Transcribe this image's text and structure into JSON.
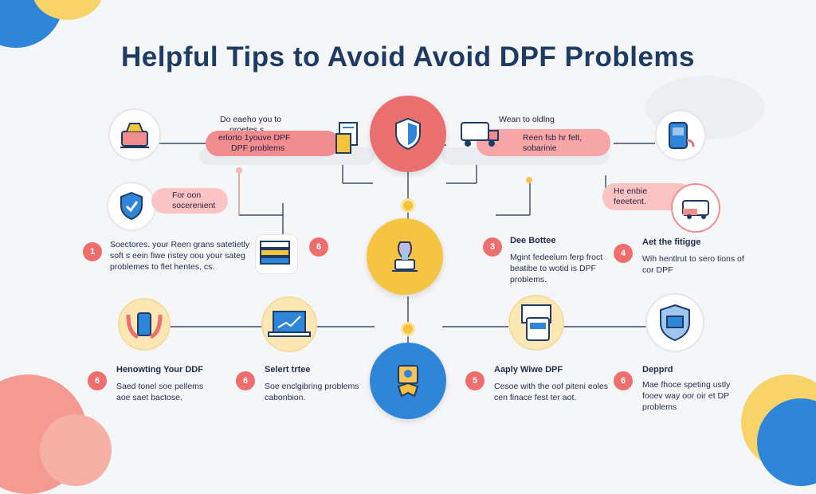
{
  "title": "Helpful Tips to Avoid Avoid DPF Problems",
  "colors": {
    "title": "#1e3b63",
    "coral": "#ee6d6d",
    "pink": "#f28d8f",
    "yellow": "#f6c33c",
    "blue": "#2f86d8",
    "navy": "#1f2d4d"
  },
  "pills": {
    "top_left": [
      "Do eaeho you to",
      "nroetes s",
      "erlorto 1youve DPF",
      "DPF problems"
    ],
    "top_right": [
      "Wean to oldlng",
      "Reen fsb hr felt,",
      "sobarinie"
    ],
    "mid_left": [
      "For oon",
      "socerenient"
    ],
    "mid_right": [
      "He enbie",
      "feeetent."
    ]
  },
  "steps": {
    "s1": {
      "num": "1",
      "text": [
        "Soectores. your Reen grans satetietly",
        "soft s eein fiwe ristey oou your sateg",
        "problemes to flet hentes, cs."
      ]
    },
    "s6a": {
      "num": "6"
    },
    "s3": {
      "num": "3",
      "heading": "Dee Bottee",
      "text": [
        "Mgint fedeelum ferp froct",
        "beatibe to wotid is DPF",
        "problems."
      ]
    },
    "s4": {
      "num": "4",
      "heading": "Aet the fitigge",
      "text": [
        "Wih hentlrut to sero tions of",
        "cor DPF"
      ]
    },
    "s6b": {
      "num": "6",
      "heading": "Henowting Your DDF",
      "text": [
        "Saed tonel soe pellems",
        "aoe saet bactose."
      ]
    },
    "s6c": {
      "num": "6",
      "heading": "Selert trtee",
      "text": [
        "Soe enclgibring problems",
        "cabonbion."
      ]
    },
    "s5": {
      "num": "5",
      "heading": "Aaply Wiwe DPF",
      "text": [
        "Cesoe with the oof piteni eoles",
        "cen finace fest ter aot."
      ]
    },
    "s8": {
      "num": "6",
      "heading": "Depprd",
      "text": [
        "Mae fhoce speting ustly",
        "fooev way oor oir et DP",
        "problems"
      ]
    }
  },
  "icons": {
    "shield_top": "shield-icon",
    "shield_left": "shield-icon",
    "hub_device": "dpf-device-icon",
    "bottom_badge": "badge-shield-icon",
    "toolbox": "toolbox-icon",
    "car": "car-icon",
    "phone": "phone-icon",
    "laptop": "laptop-icon",
    "tablet": "tablet-icon",
    "engine": "engine-icon",
    "documents": "documents-icon",
    "truck": "truck-icon",
    "stack": "stack-icon",
    "shield_right": "shield-icon"
  }
}
